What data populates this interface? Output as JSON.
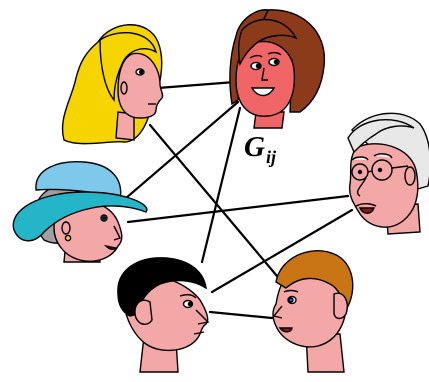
{
  "label": {
    "main": "G",
    "sub": "ij"
  },
  "nodes": [
    {
      "id": "blonde-woman",
      "name": "blonde-woman-head-icon"
    },
    {
      "id": "redhead-woman",
      "name": "brunette-woman-head-icon"
    },
    {
      "id": "old-man-glasses",
      "name": "old-man-with-glasses-head-icon"
    },
    {
      "id": "woman-hat",
      "name": "woman-with-blue-hat-head-icon"
    },
    {
      "id": "dark-hair-man",
      "name": "black-haired-man-head-icon"
    },
    {
      "id": "brown-hair-man",
      "name": "brown-haired-man-head-icon"
    }
  ],
  "edges": [
    {
      "from": "blonde-woman",
      "to": "redhead-woman"
    },
    {
      "from": "blonde-woman",
      "to": "brown-hair-man"
    },
    {
      "from": "redhead-woman",
      "to": "woman-hat"
    },
    {
      "from": "redhead-woman",
      "to": "dark-hair-man"
    },
    {
      "from": "woman-hat",
      "to": "old-man-glasses"
    },
    {
      "from": "old-man-glasses",
      "to": "dark-hair-man"
    },
    {
      "from": "dark-hair-man",
      "to": "brown-hair-man"
    }
  ],
  "colors": {
    "skin": "#f4a7a7",
    "skin_red": "#f06666",
    "blonde_hair": "#f5d400",
    "brown_hair": "#8b3a1a",
    "white_hair": "#e8e8e8",
    "hat_blue": "#7ec8ec",
    "hat_brim": "#24b6c8",
    "gray_hair": "#a0a0a0",
    "black_hair": "#000000",
    "orange_hair": "#c97516",
    "edge": "#000000"
  }
}
